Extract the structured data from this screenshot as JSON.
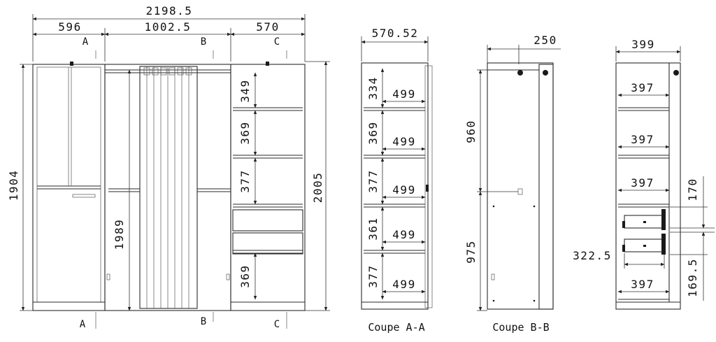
{
  "front": {
    "total_width": "2198.5",
    "widths": [
      "596",
      "1002.5",
      "570"
    ],
    "height_left": "1904",
    "height_mid": "1989",
    "height_right": "2005",
    "shelf_gaps": [
      "349",
      "369",
      "377",
      "369"
    ],
    "section_marks": [
      "A",
      "B",
      "C"
    ]
  },
  "section_aa": {
    "caption": "Coupe A-A",
    "width": "570.52",
    "gaps": [
      "334",
      "369",
      "377",
      "361",
      "377"
    ],
    "depth": "499"
  },
  "section_bb": {
    "caption": "Coupe B-B",
    "width": "250",
    "upper": "960",
    "lower": "975"
  },
  "section_cc": {
    "width": "399",
    "shelf_depth": "397",
    "drawer_depth": "322.5",
    "drawer_h1": "170",
    "drawer_h2": "169.5"
  }
}
